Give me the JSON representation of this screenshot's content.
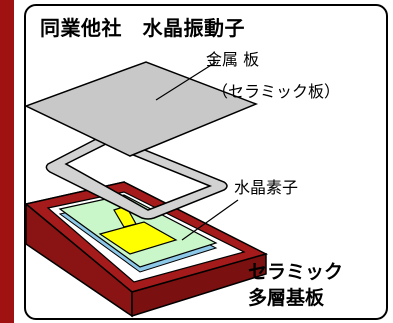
{
  "title": "同業他社　水晶振動子",
  "labels": {
    "lid_line1": "金属 板",
    "lid_line2": "（セラミック板）",
    "crystal": "水晶素子",
    "base_line1": "セラミック",
    "base_line2": "多層基板"
  },
  "colors": {
    "edge_bar": "#a01212",
    "ceramic": "#a51a1a",
    "lid": "#c8c8c8",
    "seal_ring": "#d2d2d2",
    "crystal_blank": "#c9f7c9",
    "crystal_plate": "#8ec8e8",
    "electrode": "#ffff00"
  }
}
